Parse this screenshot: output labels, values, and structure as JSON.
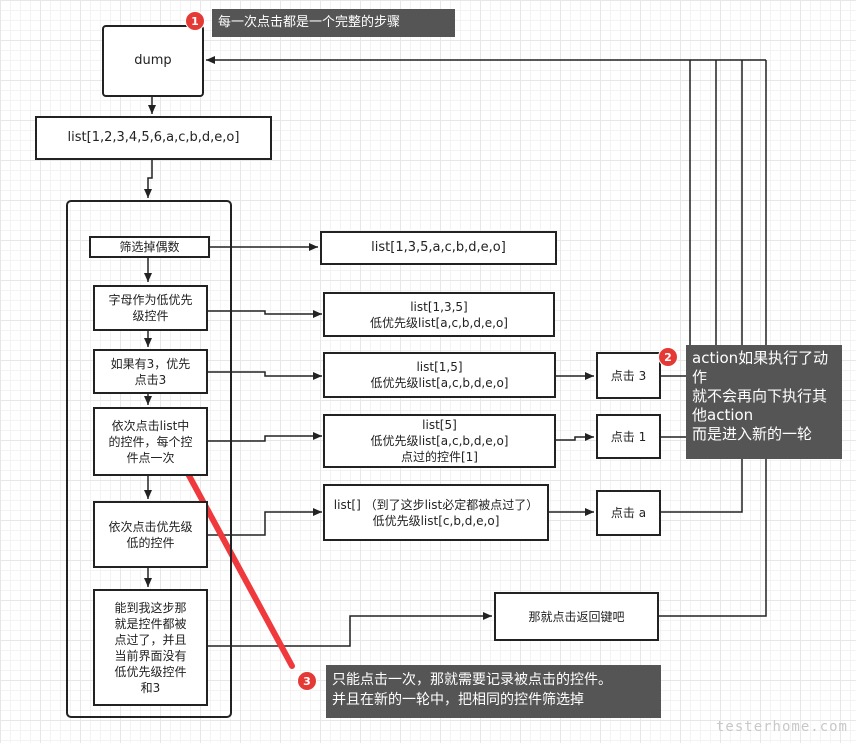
{
  "nodes": {
    "dump": "dump",
    "list_full": "list[1,2,3,4,5,6,a,c,b,d,e,o]",
    "filter_even": "筛选掉偶数",
    "list_odd": "list[1,3,5,a,c,b,d,e,o]",
    "letters_low": "字母作为低优先\n级控件",
    "list_135_low": "list[1,3,5]\n低优先级list[a,c,b,d,e,o]",
    "if_three": "如果有3，优先\n点击3",
    "list_15_low": "list[1,5]\n低优先级list[a,c,b,d,e,o]",
    "click_3": "点击 3",
    "click_each": "依次点击list中\n的控件，每个控\n件点一次",
    "list_5_clicked": "list[5]\n低优先级list[a,c,b,d,e,o]\n点过的控件[1]",
    "click_1": "点击 1",
    "click_low": "依次点击优先级\n低的控件",
    "list_empty_low": "list[] （到了这步list必定都被点过了）\n低优先级list[c,b,d,e,o]",
    "click_a": "点击 a",
    "reach_here": "能到我这步那\n就是控件都被\n点过了，并且\n当前界面没有\n低优先级控件\n和3",
    "click_back": "那就点击返回键吧"
  },
  "callouts": [
    {
      "number": "1",
      "text": "每一次点击都是一个完整的步骤"
    },
    {
      "number": "2",
      "text": "action如果执行了动\n作\n就不会再向下执行其\n他action\n而是进入新的一轮"
    },
    {
      "number": "3",
      "text": "只能点击一次，那就需要记录被点击的控件。\n并且在新的一轮中，把相同的控件筛选掉"
    }
  ],
  "watermark": "testerhome.com",
  "colors": {
    "line": "#222222",
    "callout_bg": "#555555",
    "badge": "#e53935",
    "red_arrow": "#f0393c"
  }
}
